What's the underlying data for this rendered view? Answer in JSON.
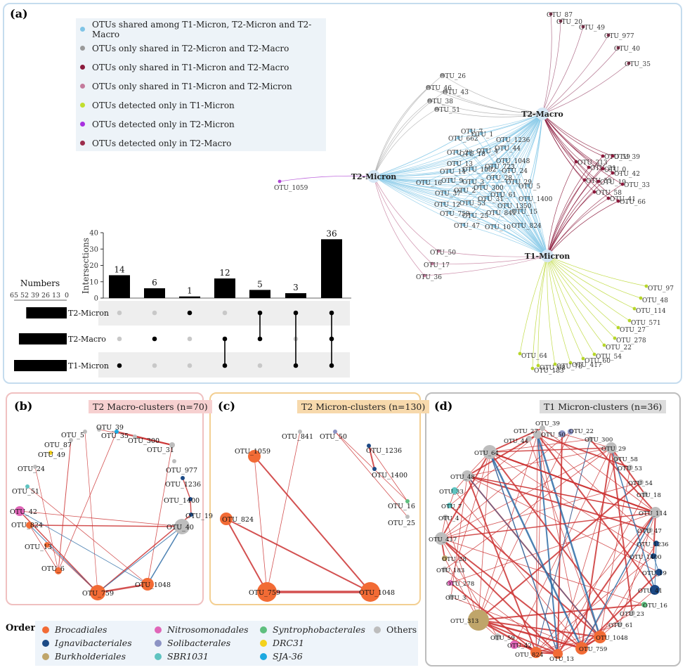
{
  "panel_a": {
    "label": "(a)",
    "legend": [
      {
        "text": "OTUs shared among T1-Micron, T2-Micron and T2-Macro",
        "color": "#7fc4e6"
      },
      {
        "text": "OTUs only shared in T2-Micron and T2-Macro",
        "color": "#9a9a9a"
      },
      {
        "text": "OTUs only shared in T1-Micron and T2-Macro",
        "color": "#8b1a3c"
      },
      {
        "text": "OTUs only shared in T1-Micron and T2-Micron",
        "color": "#c47b9c"
      },
      {
        "text": "OTUs detected only in T1-Micron",
        "color": "#c1de2e"
      },
      {
        "text": "OTUs detected only in T2-Micron",
        "color": "#a830e0"
      },
      {
        "text": "OTUs detected only in T2-Macro",
        "color": "#9c2d4c"
      }
    ],
    "hubs": {
      "t2macro": "T2-Macro",
      "t2micron": "T2-Micron",
      "t1micron": "T1-Micron"
    },
    "groups": {
      "t2macro_only": [
        "OTU_87",
        "OTU_20",
        "OTU_49",
        "OTU_977",
        "OTU_40",
        "OTU_35"
      ],
      "t2micron_t2macro": [
        "OTU_26",
        "OTU_46",
        "OTU_43",
        "OTU_38",
        "OTU_51"
      ],
      "t2micron_only": [
        "OTU_1059"
      ],
      "shared_all": [
        "OTU_7",
        "OTU_662",
        "OTU_1",
        "OTU_1236",
        "OTU_23",
        "OTU_18",
        "OTU_4",
        "OTU_44",
        "OTU_13",
        "OTU_1048",
        "OTU_14",
        "OTU_1082",
        "OTU_723",
        "OTU_24",
        "OTU_16",
        "OTU_9",
        "OTU_3",
        "OTU_28",
        "OTU_29",
        "OTU_300",
        "OTU_5",
        "OTU_37",
        "OTU_2",
        "OTU_61",
        "OTU_31",
        "OTU_1400",
        "OTU_12",
        "OTU_53",
        "OTU_1350",
        "OTU_759",
        "OTU_25",
        "OTU_841",
        "OTU_15",
        "OTU_47",
        "OTU_10",
        "OTU_824"
      ],
      "t1micron_t2macro": [
        "OTU_313",
        "OTU_59",
        "OTU_39",
        "OTU_21",
        "OTU_0",
        "OTU_42",
        "OTU_55",
        "OTU_19",
        "OTU_33",
        "OTU_58",
        "OTU_41",
        "OTU_66"
      ],
      "t1micron_t2micron": [
        "OTU_50",
        "OTU_17",
        "OTU_36"
      ],
      "t1micron_only": [
        "OTU_97",
        "OTU_48",
        "OTU_114",
        "OTU_571",
        "OTU_27",
        "OTU_278",
        "OTU_22",
        "OTU_54",
        "OTU_60",
        "OTU_417",
        "OTU_78",
        "OTU_68",
        "OTU_183",
        "OTU_64"
      ]
    },
    "upset": {
      "ylabel": "Intersections",
      "yticks": [
        "0",
        "10",
        "20",
        "30",
        "40"
      ],
      "ymax": 40,
      "numbers_label": "Numbers",
      "numbers_ticks": [
        "65",
        "52",
        "39",
        "26",
        "13",
        "0"
      ],
      "numbers_max": 65,
      "sets": [
        {
          "name": "T2-Micron",
          "size": 50
        },
        {
          "name": "T2-Macro",
          "size": 59
        },
        {
          "name": "T1-Micron",
          "size": 65
        }
      ],
      "intersections": [
        {
          "value": 14,
          "label": "14",
          "members": [
            2
          ]
        },
        {
          "value": 6,
          "label": "6",
          "members": [
            1
          ]
        },
        {
          "value": 1,
          "label": "1",
          "members": [
            0
          ]
        },
        {
          "value": 12,
          "label": "12",
          "members": [
            1,
            2
          ]
        },
        {
          "value": 5,
          "label": "5",
          "members": [
            0,
            1
          ]
        },
        {
          "value": 3,
          "label": "3",
          "members": [
            0,
            2
          ]
        },
        {
          "value": 36,
          "label": "36",
          "members": [
            0,
            1,
            2
          ]
        }
      ]
    }
  },
  "panel_b": {
    "label": "(b)",
    "title": "T2 Macro-clusters (n=70)",
    "nodes": [
      {
        "id": "OTU_39",
        "order": "Others",
        "size": 3
      },
      {
        "id": "OTU_35",
        "order": "SJA-36",
        "size": 3
      },
      {
        "id": "OTU_300",
        "order": "Others",
        "size": 3
      },
      {
        "id": "OTU_5",
        "order": "Others",
        "size": 3
      },
      {
        "id": "OTU_31",
        "order": "Others",
        "size": 4
      },
      {
        "id": "OTU_87",
        "order": "Others",
        "size": 3
      },
      {
        "id": "OTU_49",
        "order": "DRC31",
        "size": 3
      },
      {
        "id": "OTU_977",
        "order": "Others",
        "size": 3
      },
      {
        "id": "OTU_24",
        "order": "Others",
        "size": 3
      },
      {
        "id": "OTU_1236",
        "order": "Ignavibacteriales",
        "size": 3
      },
      {
        "id": "OTU_51",
        "order": "SBR1031",
        "size": 3
      },
      {
        "id": "OTU_1400",
        "order": "Ignavibacteriales",
        "size": 3
      },
      {
        "id": "OTU_42",
        "order": "Nitrosomonadales",
        "size": 7
      },
      {
        "id": "OTU_19",
        "order": "Ignavibacteriales",
        "size": 3
      },
      {
        "id": "OTU_40",
        "order": "Others",
        "size": 11
      },
      {
        "id": "OTU_824",
        "order": "Brocadiales",
        "size": 5
      },
      {
        "id": "OTU_13",
        "order": "Brocadiales",
        "size": 4
      },
      {
        "id": "OTU_6",
        "order": "Brocadiales",
        "size": 5
      },
      {
        "id": "OTU_1048",
        "order": "Brocadiales",
        "size": 9
      },
      {
        "id": "OTU_759",
        "order": "Brocadiales",
        "size": 11
      }
    ]
  },
  "panel_c": {
    "label": "(c)",
    "title": "T2 Micron-clusters (n=130)",
    "nodes": [
      {
        "id": "OTU_841",
        "order": "Others",
        "size": 3
      },
      {
        "id": "OTU_50",
        "order": "Solibacterales",
        "size": 3
      },
      {
        "id": "OTU_1236",
        "order": "Ignavibacteriales",
        "size": 3
      },
      {
        "id": "OTU_1059",
        "order": "Brocadiales",
        "size": 9
      },
      {
        "id": "OTU_1400",
        "order": "Ignavibacteriales",
        "size": 3
      },
      {
        "id": "OTU_16",
        "order": "Syntrophobacterales",
        "size": 3
      },
      {
        "id": "OTU_824",
        "order": "Brocadiales",
        "size": 9
      },
      {
        "id": "OTU_25",
        "order": "Others",
        "size": 3
      },
      {
        "id": "OTU_759",
        "order": "Brocadiales",
        "size": 14
      },
      {
        "id": "OTU_1048",
        "order": "Brocadiales",
        "size": 14
      }
    ]
  },
  "panel_d": {
    "label": "(d)",
    "title": "T1 Micron-clusters (n=36)",
    "nodes": [
      {
        "id": "OTU_39",
        "order": "Others"
      },
      {
        "id": "OTU_22",
        "order": "Solibacterales"
      },
      {
        "id": "OTU_27",
        "order": "Others"
      },
      {
        "id": "OTU_50",
        "order": "Solibacterales"
      },
      {
        "id": "OTU_44",
        "order": "Others"
      },
      {
        "id": "OTU_300",
        "order": "Others"
      },
      {
        "id": "OTU_64",
        "order": "Others"
      },
      {
        "id": "OTU_29",
        "order": "Others"
      },
      {
        "id": "OTU_58",
        "order": "Others"
      },
      {
        "id": "OTU_53",
        "order": "Others"
      },
      {
        "id": "OTU_48",
        "order": "Others"
      },
      {
        "id": "OTU_54",
        "order": "Others"
      },
      {
        "id": "OTU_33",
        "order": "SBR1031"
      },
      {
        "id": "OTU_18",
        "order": "Others"
      },
      {
        "id": "OTU_7",
        "order": "SBR1031"
      },
      {
        "id": "OTU_114",
        "order": "Others"
      },
      {
        "id": "OTU_4",
        "order": "Others"
      },
      {
        "id": "OTU_47",
        "order": "Others"
      },
      {
        "id": "OTU_417",
        "order": "Others"
      },
      {
        "id": "OTU_1236",
        "order": "Ignavibacteriales"
      },
      {
        "id": "OTU_1400",
        "order": "Ignavibacteriales"
      },
      {
        "id": "OTU_28",
        "order": "Burkholderiales"
      },
      {
        "id": "OTU_19",
        "order": "Ignavibacteriales"
      },
      {
        "id": "OTU_183",
        "order": "Others"
      },
      {
        "id": "OTU_41",
        "order": "Ignavibacteriales"
      },
      {
        "id": "OTU_278",
        "order": "Nitrosomonadales"
      },
      {
        "id": "OTU_16",
        "order": "Syntrophobacterales"
      },
      {
        "id": "OTU_3",
        "order": "Others"
      },
      {
        "id": "OTU_23",
        "order": "Others"
      },
      {
        "id": "OTU_313",
        "order": "Burkholderiales"
      },
      {
        "id": "OTU_61",
        "order": "Others"
      },
      {
        "id": "OTU_59",
        "order": "Others"
      },
      {
        "id": "OTU_1048",
        "order": "Brocadiales"
      },
      {
        "id": "OTU_42",
        "order": "Nitrosomonadales"
      },
      {
        "id": "OTU_824",
        "order": "Brocadiales"
      },
      {
        "id": "OTU_13",
        "order": "Brocadiales"
      },
      {
        "id": "OTU_759",
        "order": "Brocadiales"
      }
    ]
  },
  "order_legend": {
    "title": "Order",
    "items": [
      {
        "name": "Brocadiales",
        "color": "#f26b35"
      },
      {
        "name": "Nitrosomonadales",
        "color": "#e066b8"
      },
      {
        "name": "Syntrophobacterales",
        "color": "#5fbf7f"
      },
      {
        "name": "Others",
        "color": "#bdbdbd"
      },
      {
        "name": "Ignavibacteriales",
        "color": "#1c4a86"
      },
      {
        "name": "Solibacterales",
        "color": "#8c93c4"
      },
      {
        "name": "DRC31",
        "color": "#f4d21c"
      },
      {
        "name": "Burkholderiales",
        "color": "#bfa56a"
      },
      {
        "name": "SBR1031",
        "color": "#5fc3c0"
      },
      {
        "name": "SJA-36",
        "color": "#1ba8e0"
      }
    ]
  }
}
